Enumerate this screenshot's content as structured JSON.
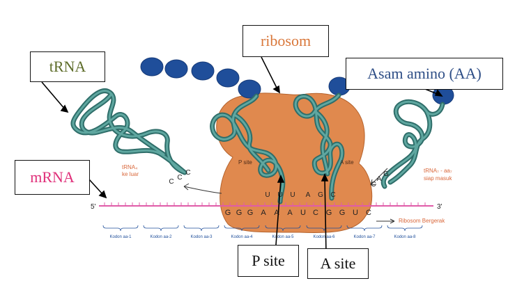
{
  "callouts": {
    "trna": "tRNA",
    "ribosom": "ribosom",
    "asam_amino": "Asam amino (AA)",
    "mrna": "mRNA",
    "p_site": "P site",
    "a_site": "A site"
  },
  "inner_labels": {
    "p_site": "P site",
    "a_site": "A site",
    "trna_out_line1": "tRNA₄",
    "trna_out_line2": "ke luar",
    "trna_in_line1": "tRNA₇ - aa₇",
    "trna_in_line2": "siap masuk",
    "five_prime": "5'",
    "three_prime": "3'",
    "ribosome_moving": "Ribosom Bergerak"
  },
  "anticodons": {
    "left_ccc": [
      "C",
      "C",
      "C"
    ],
    "p_site": [
      "U",
      "U",
      "U"
    ],
    "a_site": [
      "A",
      "G",
      "C"
    ],
    "right_cag": [
      "C",
      "A",
      "G"
    ]
  },
  "mrna_bases": [
    "G",
    "G",
    "G",
    "A",
    "A",
    "A",
    "U",
    "C",
    "G",
    "G",
    "U",
    "C"
  ],
  "codon_labels": [
    "Kodon aa-1",
    "Kodon aa-2",
    "Kodon aa-3",
    "Kodon aa-4",
    "Kodon aa-5",
    "Kodon aa-6",
    "Kodon aa-7",
    "Kodon aa-8"
  ],
  "colors": {
    "ribosome": "#E0894E",
    "ribosome_edge": "#B4622C",
    "trna": "#2F6E6A",
    "trna_light": "#5FA7A0",
    "amino_acid": "#1F4E9A",
    "mrna": "#E05CA8",
    "inner_text": "#D9673A",
    "trna_label": "#6B6B2E",
    "ribosom_label": "#D9773A",
    "asam_label": "#2E4E86",
    "mrna_label": "#E0307A"
  }
}
